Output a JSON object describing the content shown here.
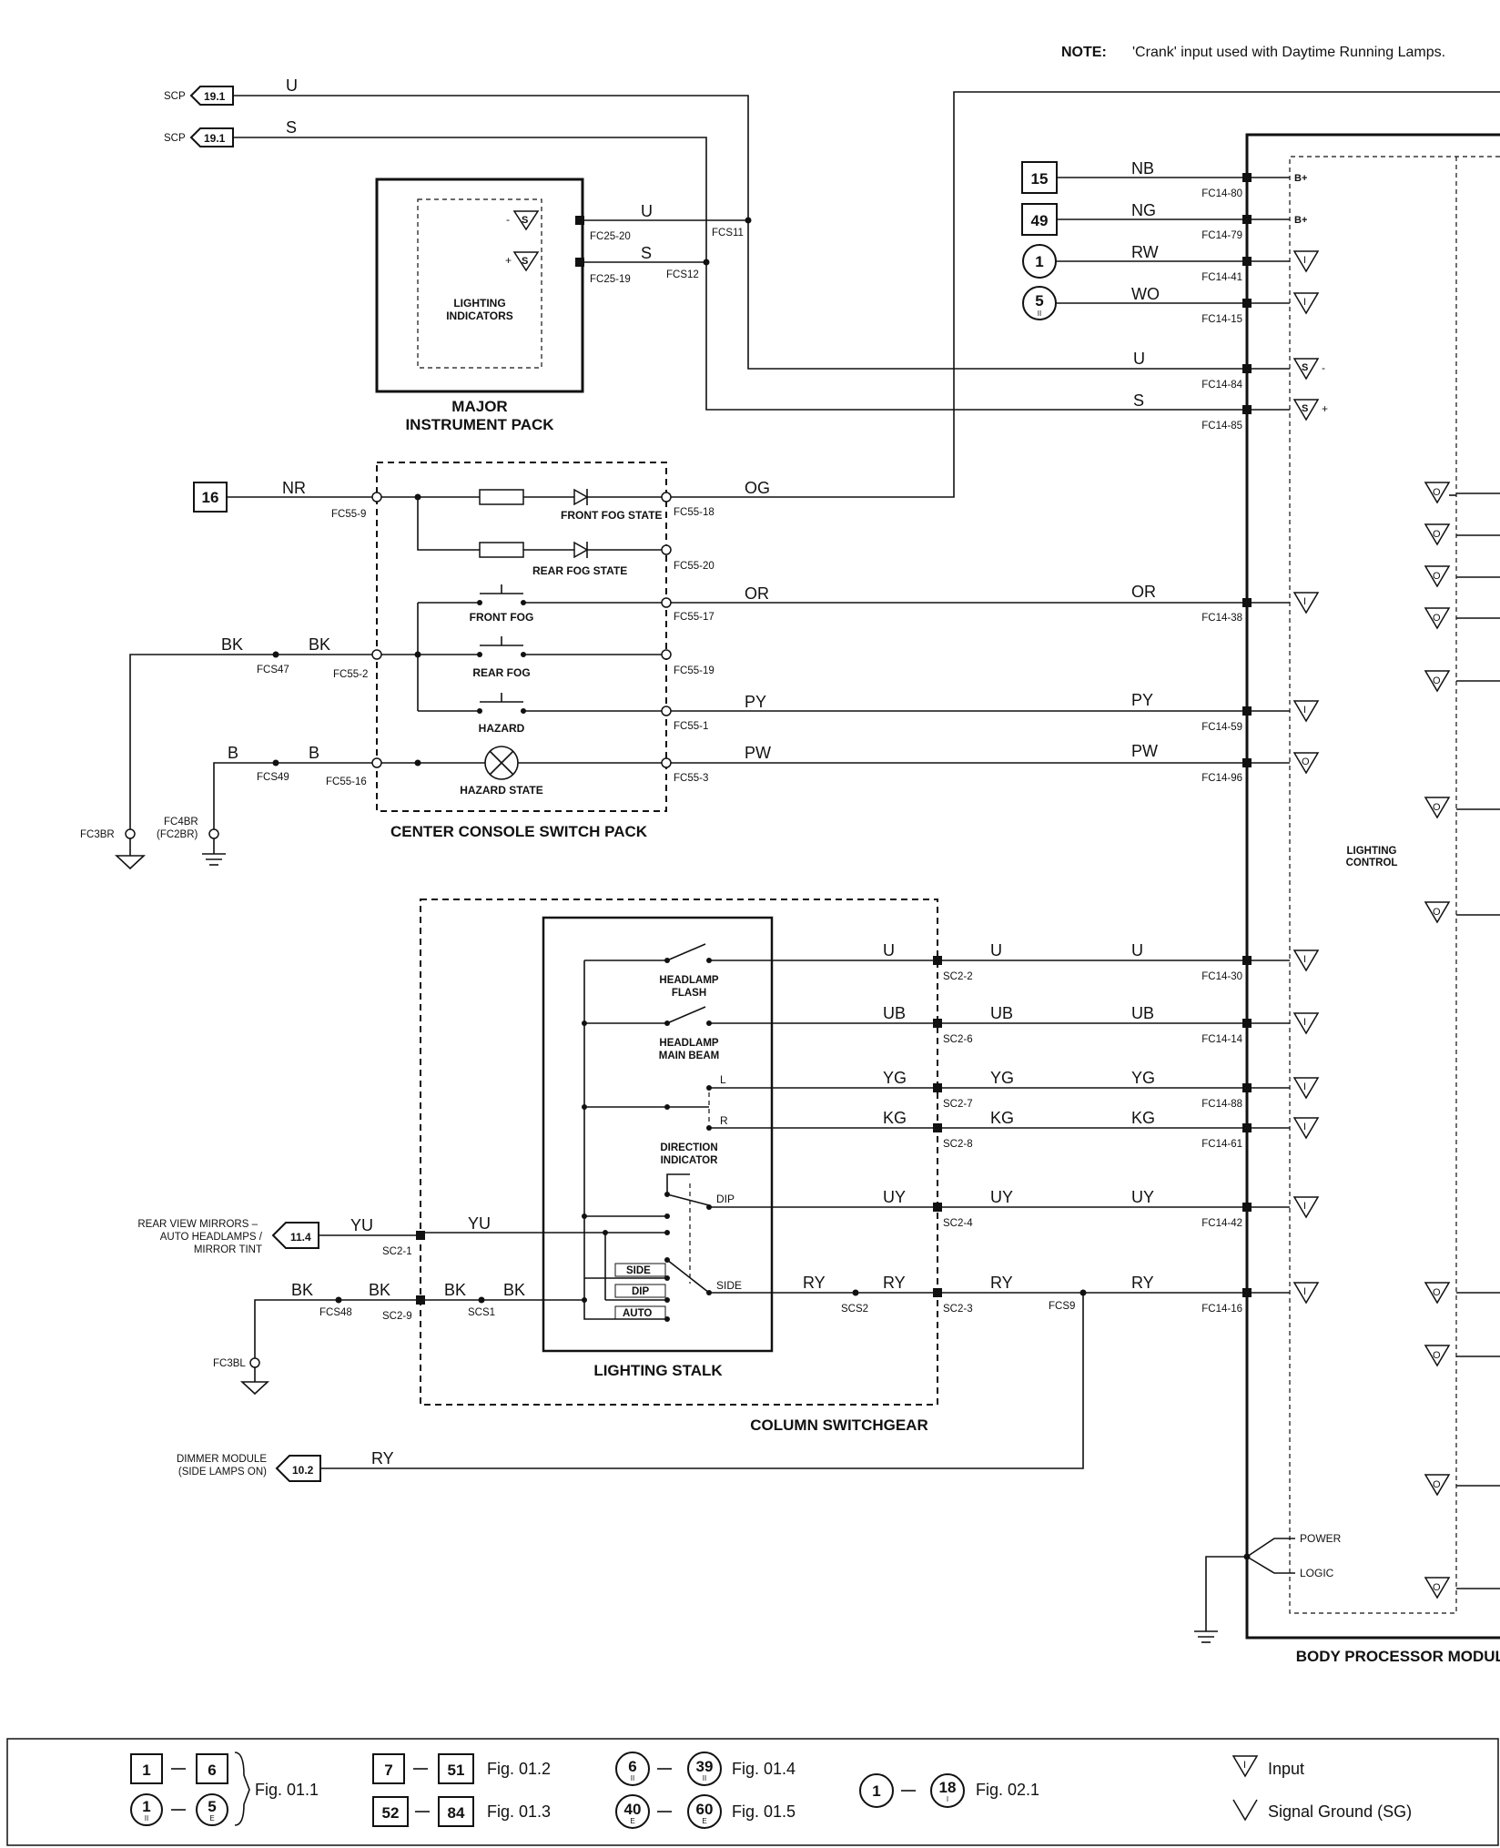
{
  "note": {
    "label": "NOTE:",
    "text": "'Crank' input used with Daytime Running Lamps."
  },
  "offpage": {
    "scp_label": "SCP",
    "scp_u_ref": "19.1",
    "scp_u_wire": "U",
    "scp_s_ref": "19.1",
    "scp_s_wire": "S",
    "mirrors_text1": "REAR VIEW MIRRORS –",
    "mirrors_text2": "AUTO HEADLAMPS /",
    "mirrors_text3": "MIRROR TINT",
    "mirrors_ref": "11.4",
    "dimmer_text1": "DIMMER MODULE",
    "dimmer_text2": "(SIDE LAMPS ON)",
    "dimmer_ref": "10.2",
    "dimmer_wire": "RY"
  },
  "instrument_pack": {
    "title1": "MAJOR",
    "title2": "INSTRUMENT PACK",
    "inner_label1": "LIGHTING",
    "inner_label2": "INDICATORS",
    "pin1": "FC25-20",
    "pin2": "FC25-19",
    "wire_u": "U",
    "wire_s": "S",
    "splice1": "FCS11",
    "splice2": "FCS12"
  },
  "switch_pack": {
    "title": "CENTER CONSOLE SWITCH PACK",
    "supply_ref": "16",
    "supply_wire": "NR",
    "supply_pin": "FC55-9",
    "front_fog_state": "FRONT FOG STATE",
    "rear_fog_state": "REAR FOG STATE",
    "front_fog": "FRONT FOG",
    "rear_fog": "REAR FOG",
    "hazard": "HAZARD",
    "hazard_state": "HAZARD STATE",
    "pin_18": "FC55-18",
    "pin_20": "FC55-20",
    "pin_17": "FC55-17",
    "pin_19": "FC55-19",
    "pin_1": "FC55-1",
    "pin_3": "FC55-3",
    "pin_2": "FC55-2",
    "pin_16": "FC55-16",
    "wire_og": "OG",
    "wire_or": "OR",
    "wire_py": "PY",
    "wire_pw": "PW",
    "wire_bk": "BK",
    "wire_b": "B",
    "splice_47": "FCS47",
    "splice_49": "FCS49",
    "ground1": "FC3BR",
    "ground2a": "FC4BR",
    "ground2b": "(FC2BR)"
  },
  "switchgear": {
    "title": "COLUMN SWITCHGEAR",
    "stalk_title": "LIGHTING STALK",
    "headlamp_flash1": "HEADLAMP",
    "headlamp_flash2": "FLASH",
    "main_beam1": "HEADLAMP",
    "main_beam2": "MAIN BEAM",
    "dir1": "DIRECTION",
    "dir2": "INDICATOR",
    "left": "L",
    "right": "R",
    "dip": "DIP",
    "side": "SIDE",
    "side_sw": "SIDE",
    "dip_sw": "DIP",
    "auto": "AUTO",
    "pins": [
      "SC2-2",
      "SC2-6",
      "SC2-7",
      "SC2-8",
      "SC2-4",
      "SC2-3"
    ],
    "pin_mirror": "SC2-1",
    "pin_gnd": "SC2-9",
    "wires": [
      "U",
      "UB",
      "YG",
      "KG",
      "UY",
      "RY"
    ],
    "wire_yu": "YU",
    "wire_bk": "BK",
    "splice_48": "FCS48",
    "splice_s1": "SCS1",
    "splice_s2": "SCS2",
    "splice_9": "FCS9",
    "ground": "FC3BL"
  },
  "bpm": {
    "title": "BODY PROCESSOR MODULE",
    "inner1": "LIGHTING",
    "inner2": "CONTROL",
    "power": "POWER",
    "logic": "LOGIC",
    "bplus": "B+",
    "supply_refs": [
      "15",
      "49",
      "1",
      "5"
    ],
    "supply_sub": "II",
    "supply_wires": [
      "NB",
      "NG",
      "RW",
      "WO"
    ],
    "pins": [
      "FC14-80",
      "FC14-79",
      "FC14-41",
      "FC14-15",
      "FC14-84",
      "FC14-85",
      "FC14-38",
      "FC14-59",
      "FC14-96",
      "FC14-30",
      "FC14-14",
      "FC14-88",
      "FC14-61",
      "FC14-42",
      "FC14-16"
    ],
    "scp_wires": [
      "U",
      "S"
    ],
    "sym_s": "S",
    "sym_i": "I",
    "sym_o": "O",
    "minus": "-",
    "plus": "+"
  },
  "legend": {
    "r1a": "1",
    "r1b": "6",
    "r2a": "1",
    "r2b": "5",
    "sub_ii": "II",
    "sub_e": "E",
    "fig_011": "Fig. 01.1",
    "r3a": "7",
    "r3b": "51",
    "fig_012": "Fig. 01.2",
    "r4a": "52",
    "r4b": "84",
    "fig_013": "Fig. 01.3",
    "r5a": "6",
    "r5b": "39",
    "fig_014": "Fig. 01.4",
    "r6a": "40",
    "r6b": "60",
    "fig_015": "Fig. 01.5",
    "r7a": "1",
    "r7b": "18",
    "sub_i": "I",
    "fig_021": "Fig. 02.1",
    "input": "Input",
    "sg": "Signal Ground (SG)"
  }
}
